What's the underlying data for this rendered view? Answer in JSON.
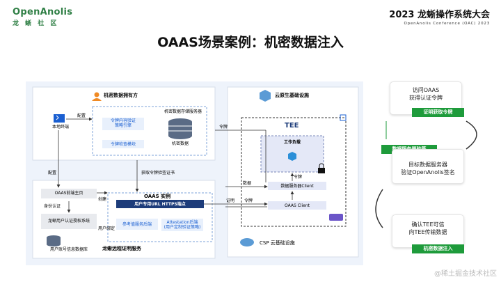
{
  "header": {
    "logo_top": "OpenAnolis",
    "logo_bottom": "龙 蜥 社 区",
    "conf_title": "2023 龙蜥操作系统大会",
    "conf_sub": "OpenAnolis Conference (OAC) 2023",
    "slide_title": "OAAS场景案例：机密数据注入"
  },
  "diagram": {
    "owner_title": "机密数据拥有方",
    "storage_server": "机密数据存储服务器",
    "local_terminal": "本地终端",
    "config_label": "配置",
    "token_verify": "令牌内容验证\n策略引擎",
    "token_check": "令牌检查模块",
    "secret_data": "机密数据",
    "token_arrow": "令牌",
    "cloud_title": "云原生基础设施",
    "tee": "TEE",
    "workload": "工作负载",
    "get_cert": "获取令牌验签证书",
    "config2": "配置",
    "oaas_portal": "OAAS前端主页",
    "create": "创建",
    "identity_auth": "身份认证",
    "oaas_instance": "OAAS 实例",
    "dedicated_url": "用户专用URL HTTPS端点",
    "user_auth_sys": "龙蜥用户认证授权系统",
    "user_bind": "用户绑定",
    "ref_service": "参考值服务后端",
    "attestation": "Attestation后端\n(用户定制验证策略)",
    "user_db": "用户账号信息数据库",
    "remote_service": "龙蜥远程证明服务",
    "data_label": "数据",
    "token_label2": "令牌",
    "proof_label": "证明",
    "token_label3": "令牌",
    "ds_client": "数据服务器Client",
    "oaas_client": "OAAS Client",
    "csp": "CSP 云基础设施"
  },
  "flow": {
    "step1": "访问OAAS\n获得认证令牌",
    "tag1": "证明获取令牌",
    "tag2": "数据服务器验签",
    "step2": "目标数据服务器\n验证OpenAnolis签名",
    "step3": "确认TEE可信\n向TEE传输数据",
    "tag3": "机密数据注入"
  },
  "watermark": "@稀土掘金技术社区",
  "colors": {
    "green": "#1e9b3b",
    "blue": "#1e6fd9",
    "navy": "#1d3c7a",
    "tee_bg": "#e4e8f7"
  }
}
